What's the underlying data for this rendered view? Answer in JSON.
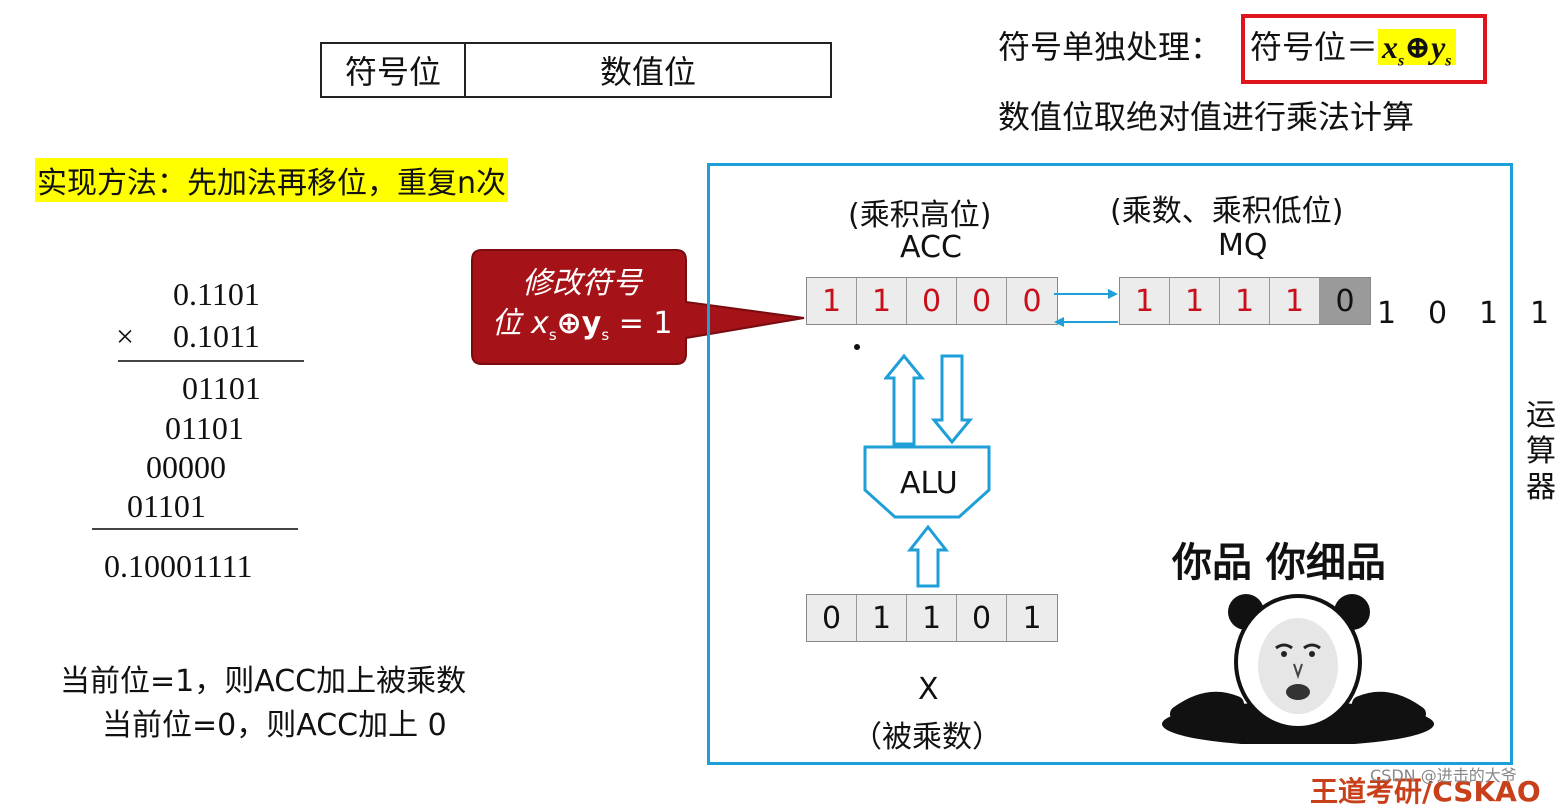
{
  "format": {
    "sign_label": "符号位",
    "value_label": "数值位"
  },
  "sign_rule": {
    "prefix": "符号单独处理：",
    "formula_left": "符号位＝",
    "x": "x",
    "sub_s1": "s",
    "op": "⊕",
    "y": "y",
    "sub_s2": "s"
  },
  "abs_rule": "数值位取绝对值进行乘法计算",
  "method": "实现方法：先加法再移位，重复n次",
  "calculation": {
    "multiplicand": "0.1101",
    "times": "×",
    "multiplier": "0.1011",
    "partials": [
      "01101",
      "01101",
      "00000",
      "01101"
    ],
    "result": "0.10001111"
  },
  "rules": {
    "line1": "当前位=1，则ACC加上被乘数",
    "line2": "当前位=0，则ACC加上 0"
  },
  "callout": {
    "line1": "修改符号",
    "line2_prefix": "位 x",
    "sub1": "s",
    "op": "⊕y",
    "sub2": "s",
    "tail": " = 1"
  },
  "acc": {
    "caption": "(乘积高位)",
    "name": "ACC",
    "bits": [
      "1",
      "1",
      "0",
      "0",
      "0"
    ]
  },
  "mq": {
    "caption": "(乘数、乘积低位)",
    "name": "MQ",
    "bits": [
      "1",
      "1",
      "1",
      "1",
      "0"
    ],
    "extra_bits": [
      "1",
      "0",
      "1",
      "1"
    ]
  },
  "alu": {
    "name": "ALU"
  },
  "x_reg": {
    "bits": [
      "0",
      "1",
      "1",
      "0",
      "1"
    ],
    "name": "X",
    "caption": "（被乘数）"
  },
  "meme": {
    "title": "你品 你细品"
  },
  "side_text": "运算器",
  "watermark": "CSDN @进击的大爷",
  "brand": "王道考研/CSKAO",
  "colors": {
    "frame": "#1e9fd8",
    "red_bits": "#c8101a",
    "callout": "#a51218",
    "highlight": "#ffff00",
    "sign_box": "#e0141c"
  }
}
